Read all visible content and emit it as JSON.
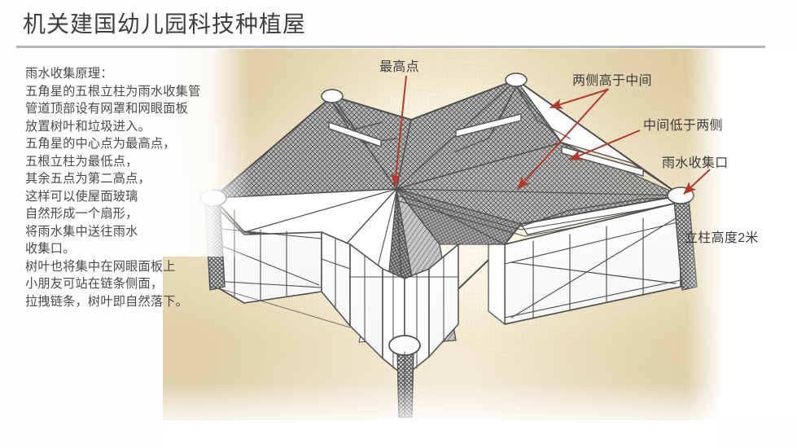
{
  "slide": {
    "title": "机关建国幼儿园科技种植屋",
    "background_color": "#ffffff",
    "rule_color": "#b6b6b8",
    "parchment_color": "#e8dab6",
    "text_color": "#4a4a4a",
    "arrow_color": "#b03a2e"
  },
  "body_copy": {
    "text": "雨水收集原理：\n五角星的五根立柱为雨水收集管\n管道顶部设有网罩和网眼面板\n放置树叶和垃圾进入。\n五角星的中心点为最高点，\n五根立柱为最低点，\n其余五点为第二高点，\n这样可以使屋面玻璃\n自然形成一个扇形，\n将雨水集中送往雨水\n收集口。\n树叶也将集中在网眼面板上\n小朋友可站在链条侧面，\n拉拽链条，树叶即自然落下。",
    "lines": [
      "雨水收集原理：",
      "五角星的五根立柱为雨水收集管",
      "管道顶部设有网罩和网眼面板",
      "放置树叶和垃圾进入。",
      "五角星的中心点为最高点，",
      "五根立柱为最低点，",
      "其余五点为第二高点，",
      "这样可以使屋面玻璃",
      "自然形成一个扇形，",
      "将雨水集中送往雨水",
      "收集口。",
      "树叶也将集中在网眼面板上",
      "小朋友可站在链条侧面，",
      "拉拽链条，树叶即自然落下。"
    ]
  },
  "callouts": {
    "peak": "最高点",
    "sides_higher": "两侧高于中间",
    "middle_lower": "中间低于两侧",
    "water_inlet": "雨水收集口",
    "column_height": "立柱高度2米"
  },
  "illustration": {
    "name": "five-point-star-canopy-sketch",
    "description": "手绘轴测图：五角星形雨水收集屋顶与玻璃幕墙",
    "line_color": "#4f4f4f",
    "glass_fill": "#ffffff",
    "mesh_fill": "#8d8d8d"
  }
}
